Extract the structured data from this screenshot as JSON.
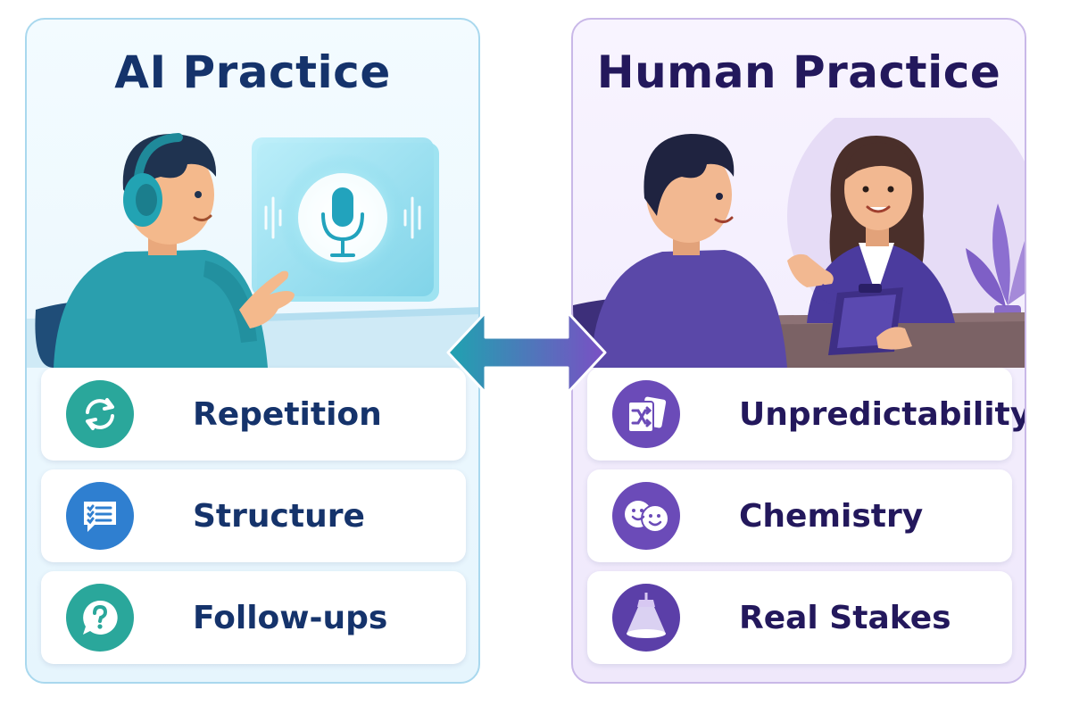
{
  "ai_practice": {
    "title": "AI Practice",
    "features": [
      {
        "label": "Repetition",
        "icon": "repeat-icon",
        "color": "#2aa79b"
      },
      {
        "label": "Structure",
        "icon": "checklist-chat-icon",
        "color": "#2f7fd0"
      },
      {
        "label": "Follow-ups",
        "icon": "question-chat-icon",
        "color": "#2aa79b"
      }
    ],
    "accent": "#2aa7b8"
  },
  "human_practice": {
    "title": "Human Practice",
    "features": [
      {
        "label": "Unpredictability",
        "icon": "shuffle-cards-icon",
        "color": "#6b4bb8"
      },
      {
        "label": "Chemistry",
        "icon": "smiley-faces-icon",
        "color": "#6b4bb8"
      },
      {
        "label": "Real Stakes",
        "icon": "spotlight-icon",
        "color": "#5b3fa8"
      }
    ],
    "accent": "#6b4bb8"
  }
}
